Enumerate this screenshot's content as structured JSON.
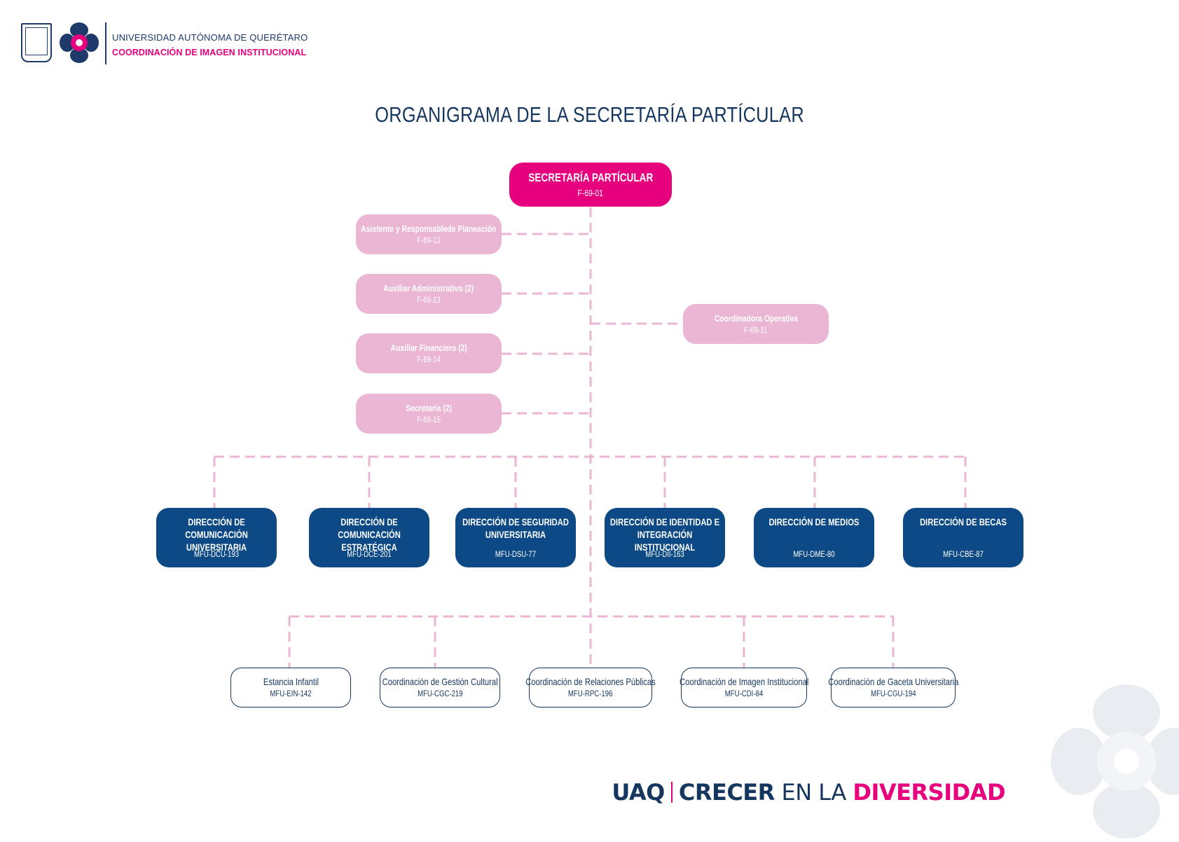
{
  "header": {
    "university_name": "UNIVERSIDAD AUTÓNOMA DE QUERÉTARO",
    "department_name": "COORDINACIÓN DE IMAGEN INSTITUCIONAL"
  },
  "title": "ORGANIGRAMA DE LA SECRETARÍA PARTÍCULAR",
  "top": {
    "name": "SECRETARÍA PARTÍCULAR",
    "code": "F-69-01"
  },
  "staff": [
    {
      "name": "Asistente y Responsablede Planeación",
      "code": "F-69-12"
    },
    {
      "name": "Auxiliar Administrativo (2)",
      "code": "F-69-13"
    },
    {
      "name": "Auxiliar Financiero (2)",
      "code": "F-69-14"
    },
    {
      "name": "Secretaria (2)",
      "code": "F-69-15"
    }
  ],
  "side": {
    "name": "Coordinadora Operativa",
    "code": "F-69-11"
  },
  "directions": [
    {
      "name": "DIRECCIÓN DE COMUNICACIÓN UNIVERSITARIA",
      "code": "MFU-DCU-193"
    },
    {
      "name": "DIRECCIÓN DE COMUNICACIÓN ESTRATÉGICA",
      "code": "MFU-DCE-201"
    },
    {
      "name": "DIRECCIÓN DE SEGURIDAD UNIVERSITARIA",
      "code": "MFU-DSU-77"
    },
    {
      "name": "DIRECCIÓN DE IDENTIDAD E INTEGRACIÓN INSTITUCIONAL",
      "code": "MFU-DII-163"
    },
    {
      "name": "DIRECCIÓN DE MEDIOS",
      "code": "MFU-DME-80"
    },
    {
      "name": "DIRECCIÓN DE BECAS",
      "code": "MFU-CBE-87"
    }
  ],
  "coordinations": [
    {
      "name": "Estancia Infantil",
      "code": "MFU-EIN-142"
    },
    {
      "name": "Coordinación de Gestión Cultural",
      "code": "MFU-CGC-219"
    },
    {
      "name": "Coordinación de Relaciones Públicas",
      "code": "MFU-RPC-196"
    },
    {
      "name": "Coordinación de Imagen Institucional",
      "code": "MFU-CDI-84"
    },
    {
      "name": "Coordinación de Gaceta Universitaria",
      "code": "MFU-CGU-194"
    }
  ],
  "slogan": {
    "part1": "UAQ",
    "part2": "CRECER",
    "part3": "EN LA",
    "part4": "DIVERSIDAD"
  },
  "colors": {
    "navy": "#14365f",
    "directions": "#0d4a85",
    "magenta": "#e6007e",
    "light_pink": "#ebb6d3"
  }
}
